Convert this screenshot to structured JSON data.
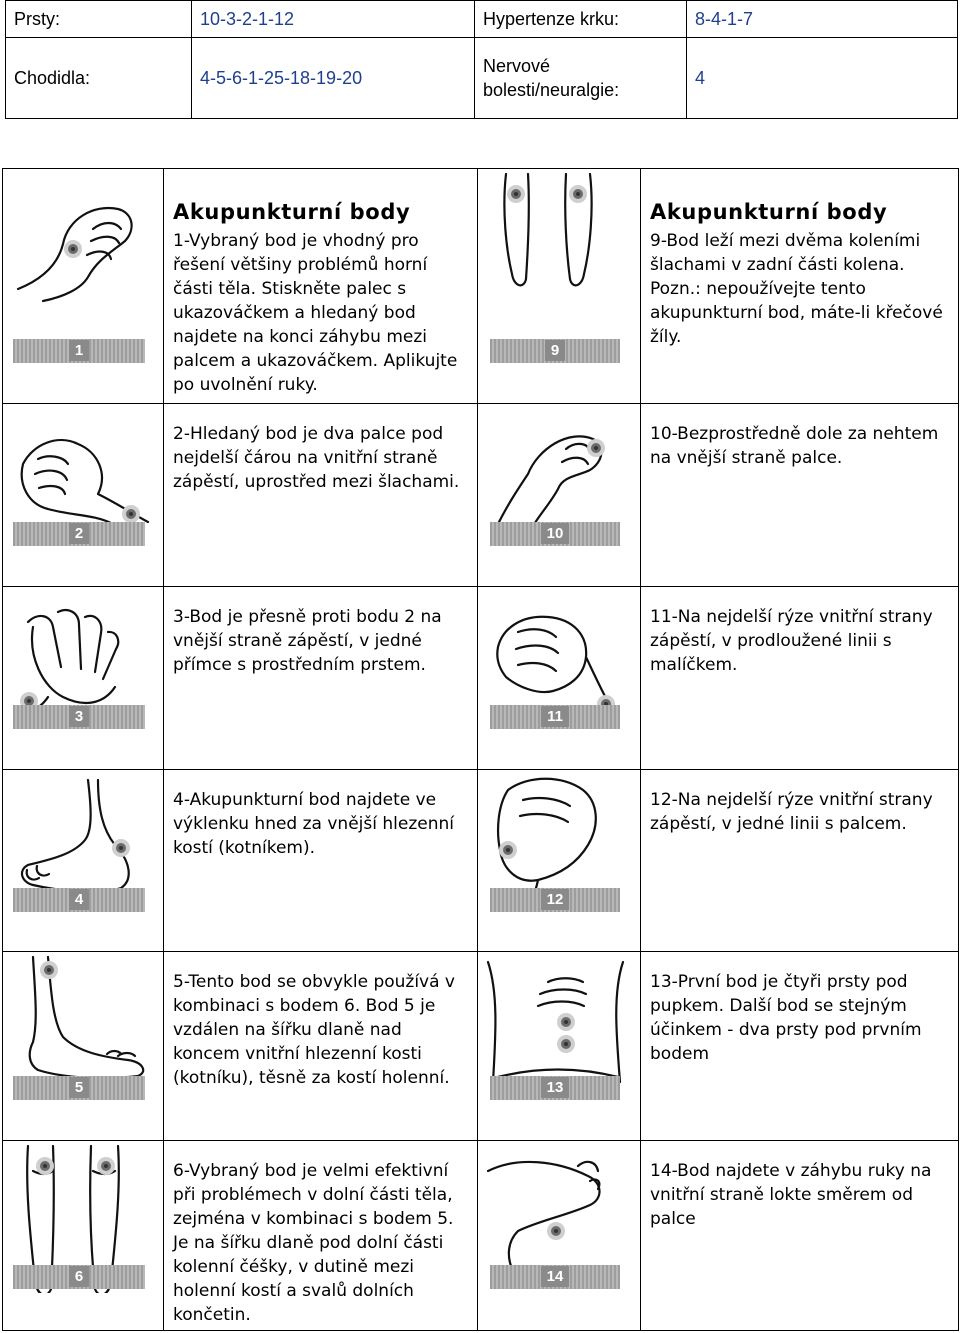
{
  "summary": {
    "row1": [
      {
        "label": "Prsty:",
        "value": "10-3-2-1-12"
      },
      {
        "label": "Hypertenze krku:",
        "value": "8-4-1-7"
      }
    ],
    "row2": [
      {
        "label": "Chodidla:",
        "value": "4-5-6-1-25-18-19-20"
      },
      {
        "label": "Nervové bolesti/neuralgie:",
        "value": "4"
      }
    ]
  },
  "section_heading": "Akupunkturní body",
  "left_points": [
    {
      "num": "1",
      "pic": "hand-pinch",
      "text": "1-Vybraný bod je vhodný pro řešení většiny problémů horní části těla. Stiskněte palec s ukazováčkem a hledaný bod najdete na konci záhybu mezi palcem a ukazováčkem. Aplikujte po uvolnění ruky."
    },
    {
      "num": "2",
      "pic": "wrist-inner",
      "text": "2-Hledaný bod je dva palce pod nejdelší čárou na vnitřní straně zápěstí, uprostřed mezi šlachami."
    },
    {
      "num": "3",
      "pic": "hand-back",
      "text": "3-Bod je přesně proti bodu 2 na vnější straně zápěstí, v jedné přímce s prostředním prstem."
    },
    {
      "num": "4",
      "pic": "foot-outer",
      "text": "4-Akupunkturní bod najdete ve výklenku hned za vnější hlezenní kostí (kotníkem)."
    },
    {
      "num": "5",
      "pic": "foot-inner",
      "text": "5-Tento bod se obvykle používá v kombinaci s bodem 6. Bod 5 je vzdálen na šířku dlaně nad koncem vnitřní hlezenní kosti (kotníku), těsně za kostí holenní."
    },
    {
      "num": "6",
      "pic": "legs-front",
      "text": "6-Vybraný bod je velmi efektivní při problémech v dolní části těla, zejména v kombinaci s bodem 5. Je na šířku dlaně pod dolní části kolenní čéšky, v dutině mezi holenní kostí a svalů dolních končetin."
    }
  ],
  "right_points": [
    {
      "num": "9",
      "pic": "legs-back",
      "text": "9-Bod leží mezi dvěma koleními šlachami v zadní části kolena. Pozn.: nepoužívejte tento akupunkturní bod, máte-li křečové žíly."
    },
    {
      "num": "10",
      "pic": "thumb-nail",
      "text": "10-Bezprostředně dole za nehtem na vnější straně palce."
    },
    {
      "num": "11",
      "pic": "fist-pinky",
      "text": "11-Na nejdelší rýze vnitřní strany zápěstí, v prodloužené linii s malíčkem."
    },
    {
      "num": "12",
      "pic": "fist-thumb",
      "text": "12-Na nejdelší rýze vnitřní strany zápěstí, v jedné linii s palcem."
    },
    {
      "num": "13",
      "pic": "belly",
      "text": "13-První bod je čtyři prsty pod pupkem. Další bod se stejným účinkem - dva prsty pod prvním bodem"
    },
    {
      "num": "14",
      "pic": "elbow",
      "text": "14-Bod najdete v záhybu ruky na vnitřní straně lokte směrem od palce"
    }
  ]
}
